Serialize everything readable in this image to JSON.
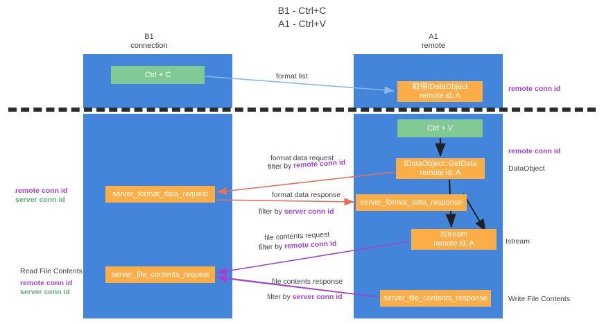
{
  "title": {
    "line1": "B1 - Ctrl+C",
    "line2": "A1 - Ctrl+V"
  },
  "lanes": [
    {
      "id": "b1",
      "name": "B1",
      "subtitle": "connection"
    },
    {
      "id": "a1",
      "name": "A1",
      "subtitle": "remote"
    }
  ],
  "nodes": {
    "ctrl_c": {
      "label": "Ctrl + C",
      "color": "#81c995"
    },
    "data_object": {
      "line1": "取得IDataObject",
      "line2": "remote id: A",
      "color": "#fbae47"
    },
    "ctrl_v": {
      "label": "Ctrl + V",
      "color": "#81c995"
    },
    "get_data": {
      "line1": "IDataObject::GetData",
      "line2": "remote id: A",
      "color": "#fbae47"
    },
    "server_format_data_request": {
      "label": "server_format_data_request",
      "color": "#fbae47"
    },
    "server_format_data_response": {
      "label": "server_format_data_response",
      "color": "#fbae47"
    },
    "istream": {
      "line1": "IStream",
      "line2": "remote id: A",
      "color": "#fbae47"
    },
    "server_file_contents_request": {
      "label": "server_file_contents_request",
      "color": "#fbae47"
    },
    "server_file_contents_response": {
      "label": "server_file_contents_response",
      "color": "#fbae47"
    }
  },
  "edge_labels": {
    "format_list": "format list",
    "format_data_request": "format data request",
    "filter_by": "filter by ",
    "format_data_response": "format data response",
    "file_contents_request": "file contents request",
    "file_contents_response": "file contents response",
    "remote_conn_id": "remote conn id",
    "server_conn_id": "server conn id"
  },
  "annotations": {
    "remote_conn_id_top": "remote conn id",
    "remote_conn_id_mid": "remote conn id",
    "data_object": "DataObject",
    "istream": "Istream",
    "write_file_contents": "Write File Contents",
    "read_file_contents": "Read File Contents",
    "remote_conn_id": "remote conn id",
    "server_conn_id": "server conn id"
  },
  "colors": {
    "lane": "#4285db",
    "green_node": "#81c995",
    "orange_node": "#fbae47",
    "purple_text": "#a142d0",
    "green_text": "#5cb176",
    "arrow_blue": "#8ab6e8",
    "arrow_red": "#e8705a",
    "arrow_purple": "#a142d0",
    "arrow_black": "#202124",
    "divider": "#2b2b2b",
    "background": "#ffffff"
  }
}
